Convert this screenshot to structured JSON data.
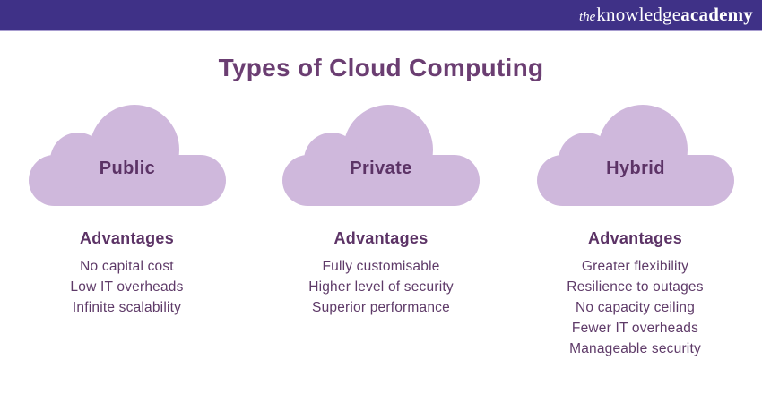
{
  "header": {
    "logo_the": "the",
    "logo_knowledge": "knowledge",
    "logo_academy": "academy"
  },
  "title": "Types of Cloud Computing",
  "columns": [
    {
      "name": "Public",
      "advantages_label": "Advantages",
      "advantages": [
        "No capital cost",
        "Low IT overheads",
        "Infinite scalability"
      ]
    },
    {
      "name": "Private",
      "advantages_label": "Advantages",
      "advantages": [
        "Fully customisable",
        "Higher level of security",
        "Superior performance"
      ]
    },
    {
      "name": "Hybrid",
      "advantages_label": "Advantages",
      "advantages": [
        "Greater flexibility",
        "Resilience to outages",
        "No capacity ceiling",
        "Fewer IT overheads",
        "Manageable security"
      ]
    }
  ],
  "colors": {
    "header_bg": "#3F3187",
    "header_border": "#A89DD0",
    "title": "#6B3E72",
    "cloud_fill": "#CFB8DC",
    "cloud_label": "#5C3366",
    "body_text": "#5E3A68"
  }
}
